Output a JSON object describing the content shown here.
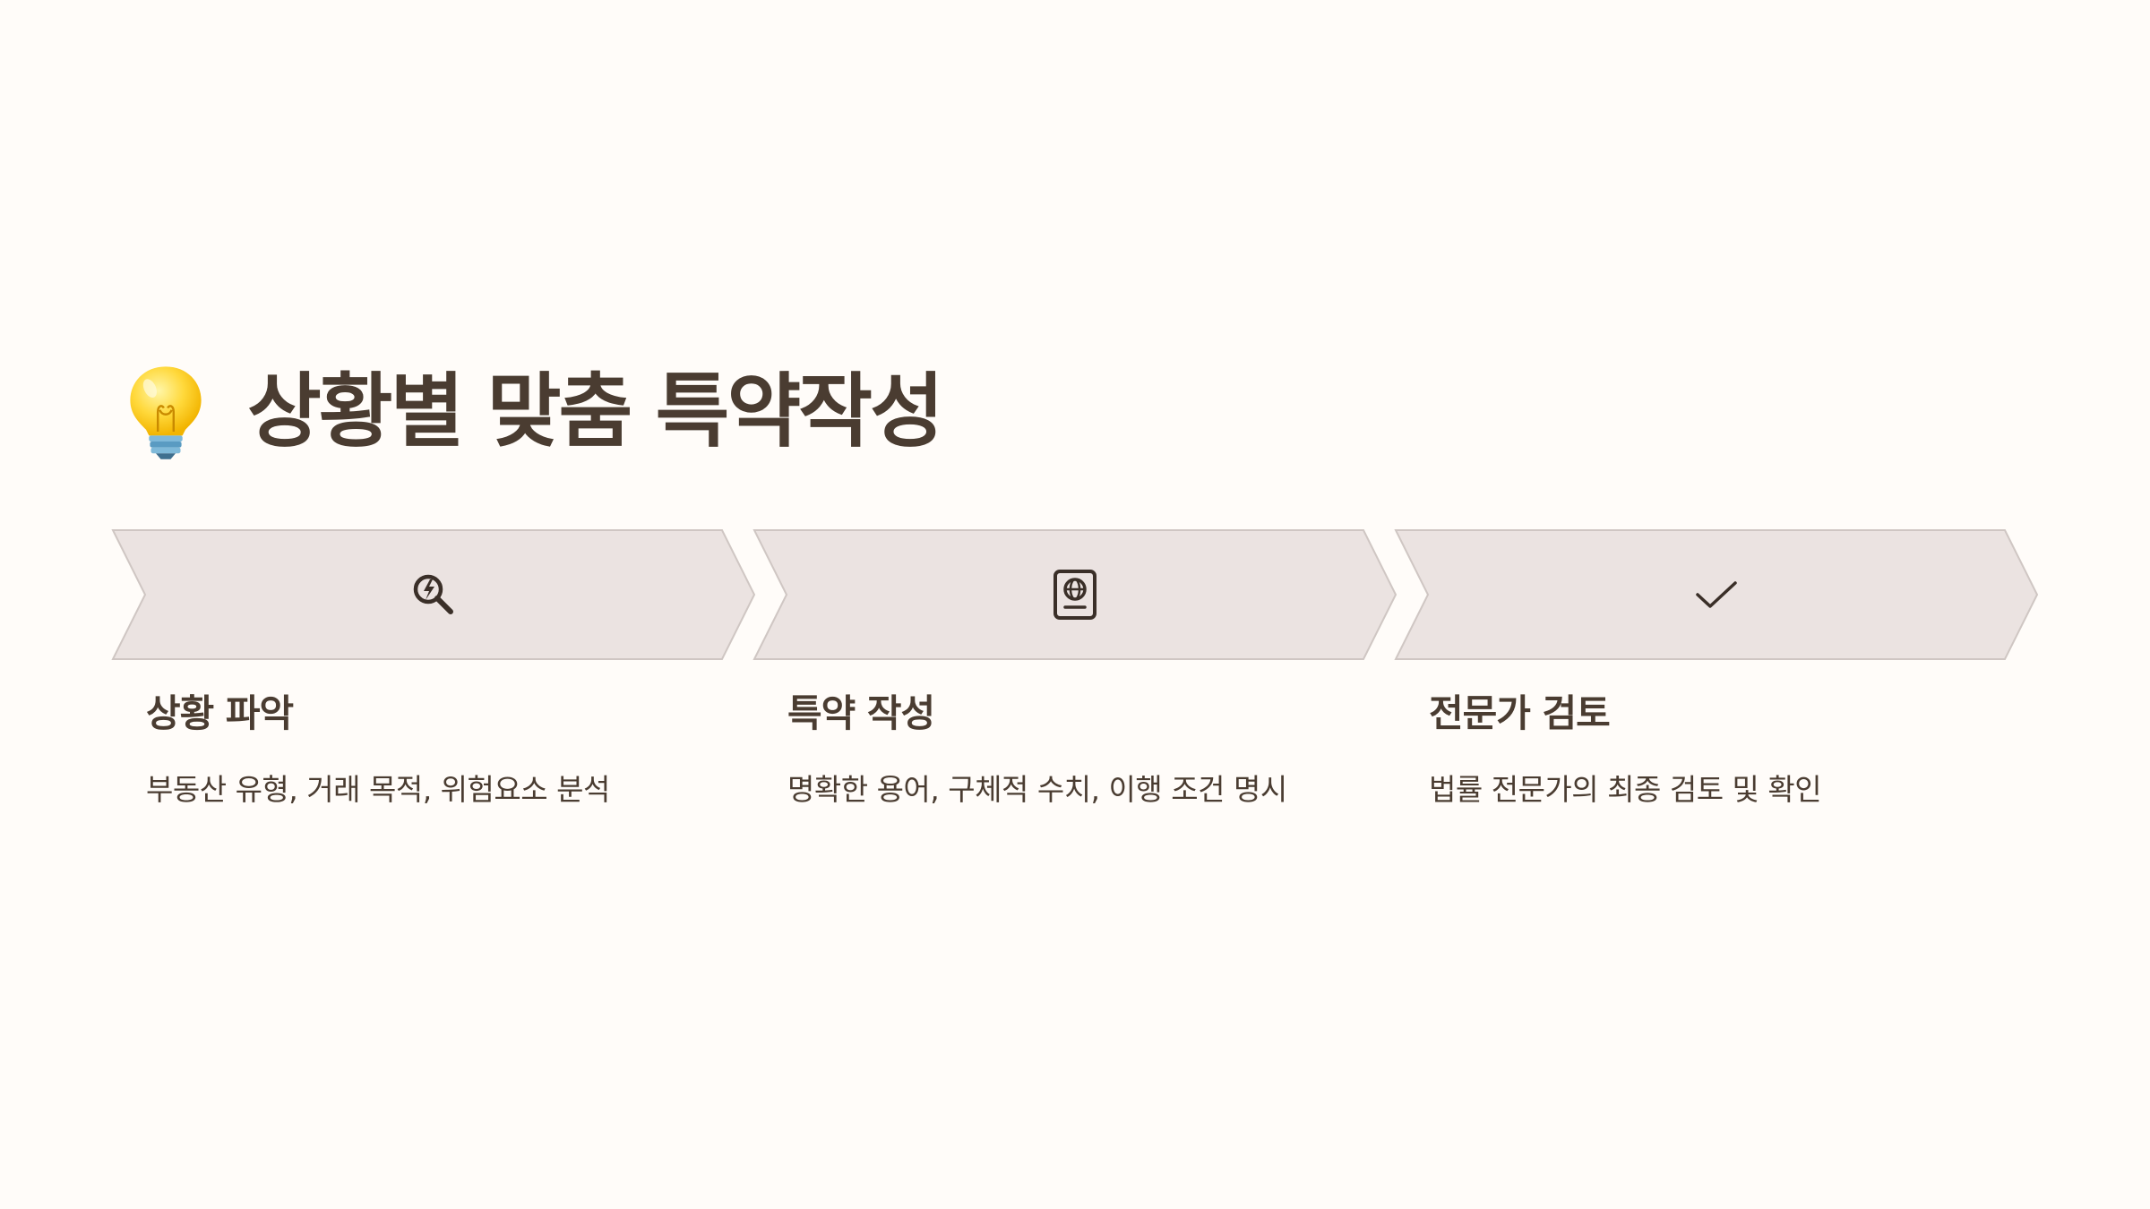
{
  "title": {
    "icon": "lightbulb-icon",
    "text": "상황별 맞춤 특약작성"
  },
  "colors": {
    "background": "#fffcf9",
    "chevron_fill": "#ebe3e1",
    "chevron_stroke": "#cfc6c3",
    "text": "#4a3c31"
  },
  "steps": [
    {
      "icon": "search-lightning-icon",
      "title": "상황 파악",
      "description": "부동산 유형, 거래 목적, 위험요소 분석"
    },
    {
      "icon": "passport-icon",
      "title": "특약 작성",
      "description": "명확한 용어, 구체적 수치, 이행 조건 명시"
    },
    {
      "icon": "checkmark-icon",
      "title": "전문가 검토",
      "description": "법률 전문가의 최종 검토 및 확인"
    }
  ]
}
